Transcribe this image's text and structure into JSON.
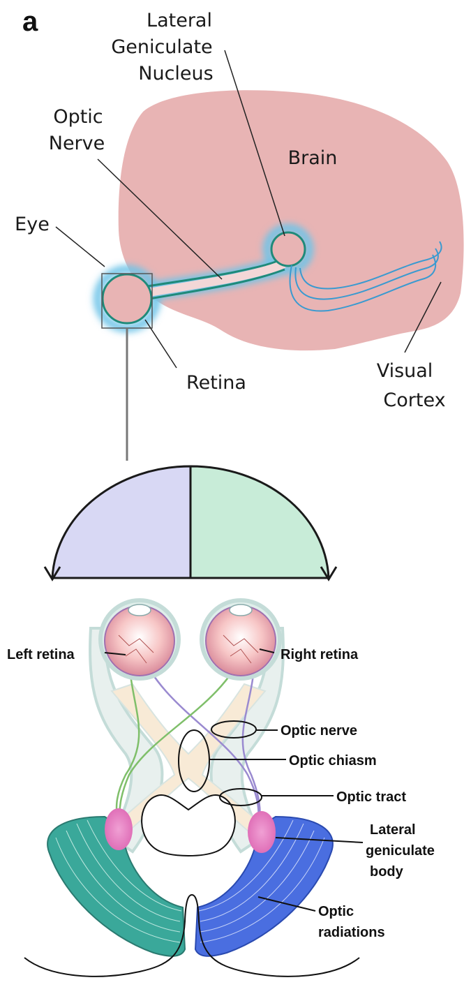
{
  "panel_letter": "a",
  "top_diagram": {
    "labels": {
      "lgn_line1": "Lateral",
      "lgn_line2": "Geniculate",
      "lgn_line3": "Nucleus",
      "optic_nerve_line1": "Optic",
      "optic_nerve_line2": "Nerve",
      "brain": "Brain",
      "eye": "Eye",
      "retina": "Retina",
      "visual_cortex_line1": "Visual",
      "visual_cortex_line2": "Cortex"
    }
  },
  "bottom_diagram": {
    "labels": {
      "left_retina": "Left retina",
      "right_retina": "Right retina",
      "optic_nerve": "Optic nerve",
      "optic_chiasm": "Optic chiasm",
      "optic_tract": "Optic tract",
      "lgb_line1": "Lateral",
      "lgb_line2": "geniculate",
      "lgb_line3": "body",
      "radiations_line1": "Optic",
      "radiations_line2": "radiations"
    }
  },
  "colors": {
    "brain": "#e8b4b4",
    "nerve_glow": "#6fc4e8",
    "nerve_core": "#1f8a7a",
    "cortex_lines": "#3a9ad0",
    "left_field": "#d8d8f4",
    "right_field": "#c8ecd8",
    "left_radiation": "#3aa89a",
    "right_radiation": "#4a6ee0",
    "lgb": "#e890c8",
    "eyeball": "#f4b8b8"
  }
}
